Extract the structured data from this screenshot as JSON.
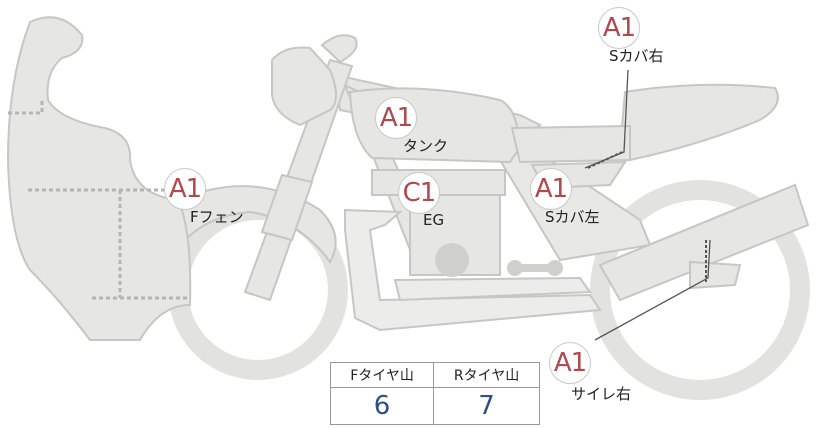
{
  "marks": [
    {
      "id": "s-cover-right",
      "grade": "A1",
      "label": "Sカバ右"
    },
    {
      "id": "tank",
      "grade": "A1",
      "label": "タンク"
    },
    {
      "id": "f-fender",
      "grade": "A1",
      "label": "Fフェン"
    },
    {
      "id": "engine",
      "grade": "C1",
      "label": "EG"
    },
    {
      "id": "s-cover-left",
      "grade": "A1",
      "label": "Sカバ左"
    },
    {
      "id": "silencer-right",
      "grade": "A1",
      "label": "サイレ右"
    }
  ],
  "tire_tread": {
    "front_label": "Fタイヤ山",
    "rear_label": "Rタイヤ山",
    "front_value": "6",
    "rear_value": "7"
  },
  "colors": {
    "body_fill": "#e6e6e3",
    "body_stroke": "#c6c6c2",
    "grade_text": "#b0494e",
    "tread_value": "#2e4f86"
  }
}
